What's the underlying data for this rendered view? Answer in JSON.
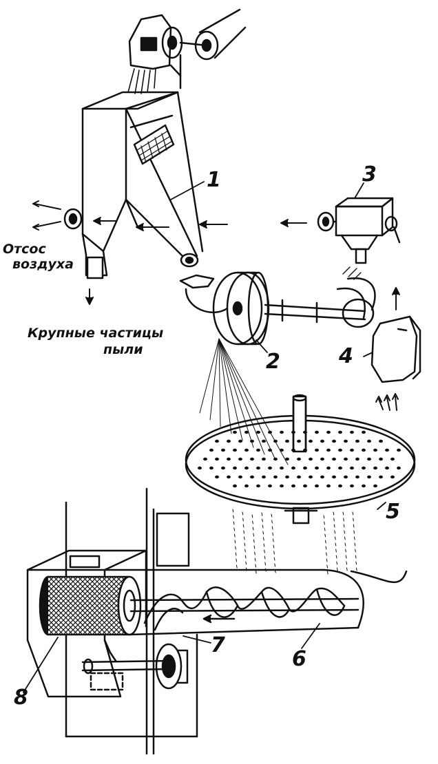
{
  "labels": {
    "n1": "1",
    "n2": "2",
    "n3": "3",
    "n4": "4",
    "n5": "5",
    "n6": "6",
    "n7": "7",
    "n8": "8"
  },
  "captions": {
    "air_exhaust_line1": "Отсос",
    "air_exhaust_line2": "воздуха",
    "coarse_dust_line1": "Крупные частицы",
    "coarse_dust_line2": "пыли"
  },
  "colors": {
    "ink": "#111111",
    "paper": "#ffffff"
  }
}
